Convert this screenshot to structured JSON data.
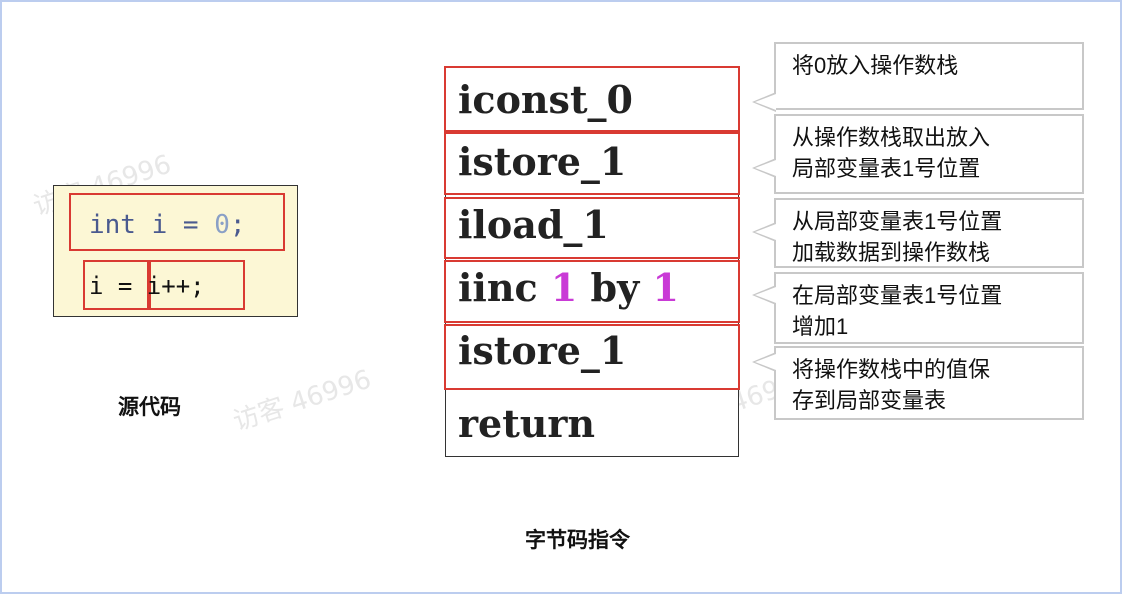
{
  "source": {
    "caption": "源代码",
    "line1": {
      "prefix": "int i = ",
      "zero": "0",
      "suffix": ";"
    },
    "line2": {
      "lhs": "i = ",
      "rhs": "i++;"
    }
  },
  "bytecode": {
    "caption": "字节码指令",
    "rows": [
      {
        "text": "iconst_0"
      },
      {
        "text": "istore_1"
      },
      {
        "text": "iload_1"
      },
      {
        "op": "iinc ",
        "a": "1",
        "mid": " by ",
        "b": "1"
      },
      {
        "text": "istore_1"
      },
      {
        "text": "return"
      }
    ]
  },
  "callouts": [
    [
      "将0放入操作数栈"
    ],
    [
      "从操作数栈取出放入",
      "局部变量表1号位置"
    ],
    [
      "从局部变量表1号位置",
      "加载数据到操作数栈"
    ],
    [
      "在局部变量表1号位置",
      "增加1"
    ],
    [
      "将操作数栈中的值保",
      "存到局部变量表"
    ]
  ],
  "watermark": "访客 46996",
  "colors": {
    "highlight_border": "#d93a32",
    "code_bg": "#fcf7d5",
    "number": "#c93ad6",
    "frame": "#bccdef"
  }
}
